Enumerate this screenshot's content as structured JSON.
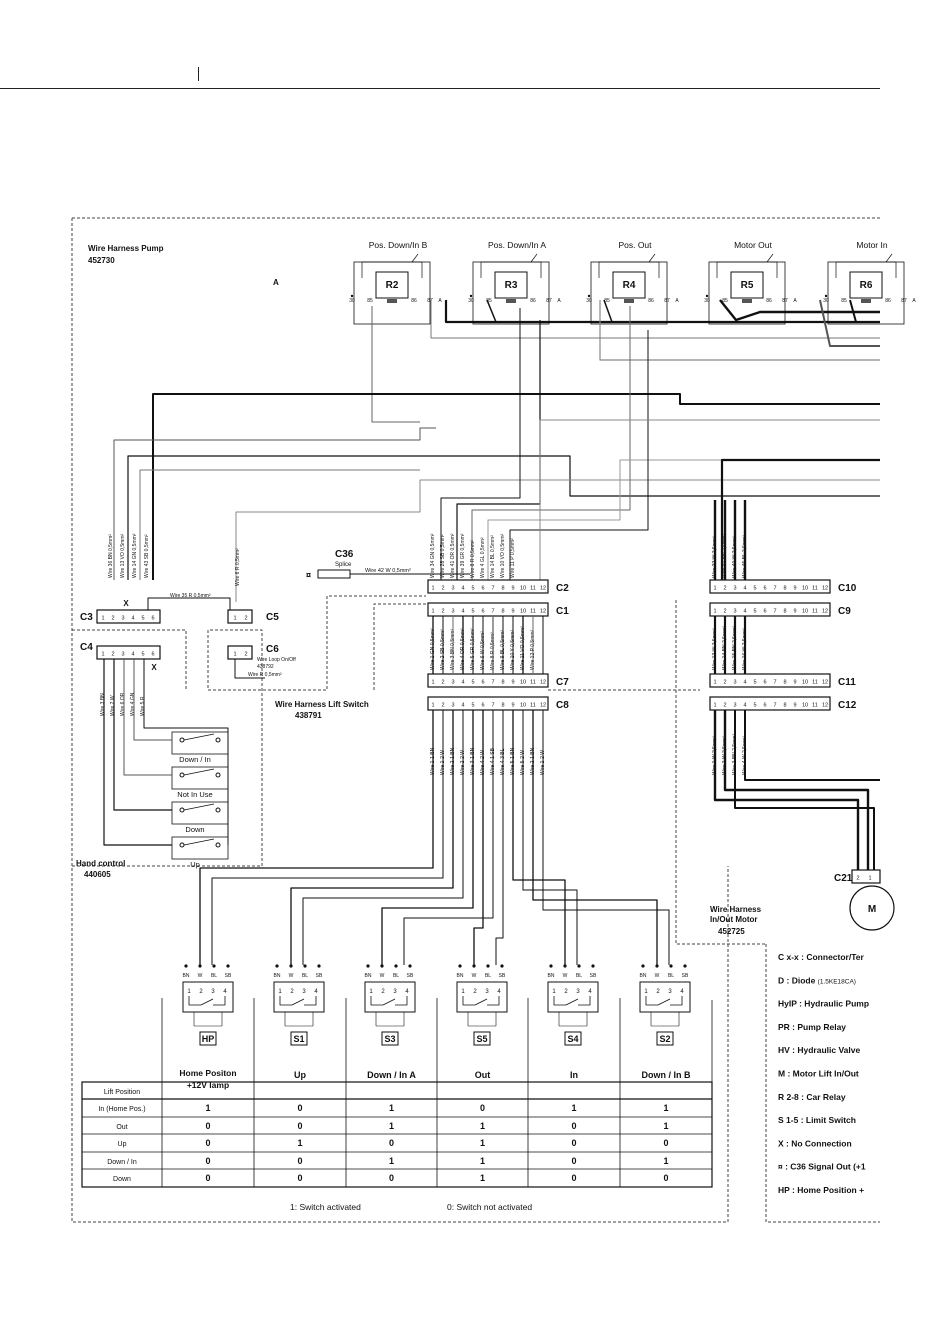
{
  "harness_pump": {
    "title": "Wire Harness Pump",
    "part": "452730",
    "label_a": "A"
  },
  "relays": [
    {
      "name": "Pos. Down/In B",
      "id": "R2"
    },
    {
      "name": "Pos. Down/In A",
      "id": "R3"
    },
    {
      "name": "Pos. Out",
      "id": "R4"
    },
    {
      "name": "Motor Out",
      "id": "R5"
    },
    {
      "name": "Motor In",
      "id": "R6"
    }
  ],
  "relay_pins": [
    "30",
    "85",
    "86",
    "87",
    "A"
  ],
  "connectors": {
    "C2": "C2",
    "C1": "C1",
    "C7": "C7",
    "C8": "C8",
    "C3": "C3",
    "C4": "C4",
    "C5": "C5",
    "C6": "C6",
    "C9": "C9",
    "C10": "C10",
    "C11": "C11",
    "C12": "C12",
    "C21": "C21"
  },
  "pins12": [
    "1",
    "2",
    "3",
    "4",
    "5",
    "6",
    "7",
    "8",
    "9",
    "10",
    "11",
    "12"
  ],
  "pins6": [
    "1",
    "2",
    "3",
    "4",
    "5",
    "6"
  ],
  "x_mark": "X",
  "c36": {
    "title": "C36",
    "sub": "Splice",
    "symbol": "¤",
    "wire": "Wire 42 W 0,5mm²"
  },
  "c6": {
    "label1": "Wire Loop On/Off",
    "label2": "438792",
    "wire": "Wire R 0,5mm²"
  },
  "wire_35": "Wire 35 R 0,5mm²",
  "wire_6r": "Wire 6 R 0,5mm²",
  "c3_wires": [
    "Wire 36 BN 0,5mm²",
    "Wire 13 VO 0,5mm²",
    "Wire 14 GN 0,5mm²",
    "Wire 43 SB 0,5mm²"
  ],
  "c2_wires": [
    "Wire 34 GN 0,5mm²",
    "Wire 28 SB 0,5mm²",
    "Wire 41 OR 0,5mm²",
    "Wire 39 GR 0,5mm²",
    "Wire 8 R 0,5mm²",
    "Wire 4 GL 0,5mm²",
    "Wire 14 BL 0,5mm²",
    "Wire 10 VO 0,5mm²",
    "Wire 11 P 0,5mm²"
  ],
  "c1_wires": [
    "Wire 1 GN 0,5mm²",
    "Wire 2 SB 0,5mm²",
    "Wire 3 BN 0,5mm²",
    "Wire 4 OR 0,5mm²",
    "Wire 5 GR 0,5mm²",
    "Wire 6 W 0,5mm²",
    "Wire 8 R 0,5mm²",
    "Wire 9 BL 0,5mm²",
    "Wire 10 Y 0,5mm²",
    "Wire 11 VO 0,5mm²",
    "Wire 12 P 0,5mm²"
  ],
  "c8_wires": [
    "Wire 1-1 BN",
    "Wire 1-2 W",
    "Wire 2-1 BN",
    "Wire 2-2 W",
    "Wire 3-1 BN",
    "Wire 4-2 W",
    "Wire 4-1 SB",
    "Wire 4-3 BL",
    "Wire 5-1 BN",
    "Wire 5-2 W",
    "Wire 2-1 BN",
    "Wire 1-2 W"
  ],
  "c10_wires": [
    "Wire 32 W 2,5mm²",
    "Wire 41 BN 2,5mm²",
    "Wire 40 W 2,5mm²",
    "Wire 45 BL 2,5mm²"
  ],
  "c9_wires": [
    "Wire 13 W 2,5mm²",
    "Wire 14 BN 2,5mm²",
    "Wire 15 BN 2,5mm²",
    "Wire 16 W 2,5mm²"
  ],
  "c12_wires": [
    "Wire 1 W 2,5mm²",
    "Wire 2 W 2,5mm²",
    "Wire 3 BN 2,5mm²",
    "Wire 4 W 2,5mm²"
  ],
  "c4_wires": [
    "Wire 3 BN",
    "Wire 2 W",
    "Wire 6 OR",
    "Wire 4 GN",
    "Wire 5 R"
  ],
  "hand_control": {
    "title": "Hand control",
    "part": "440605",
    "switches": [
      "Down / In",
      "Not In Use",
      "Down",
      "Up"
    ]
  },
  "lift_switch": {
    "title": "Wire Harness Lift Switch",
    "part": "438791"
  },
  "motor_harness": {
    "title": "Wire Harness",
    "title2": "In/Out Motor",
    "part": "452725",
    "motor": "M"
  },
  "limit_switches": [
    {
      "id": "HP",
      "label": "Home Positon +12V lamp"
    },
    {
      "id": "S1",
      "label": "Up"
    },
    {
      "id": "S3",
      "label": "Down / In A"
    },
    {
      "id": "S5",
      "label": "Out"
    },
    {
      "id": "S4",
      "label": "In"
    },
    {
      "id": "S2",
      "label": "Down / In B"
    }
  ],
  "switch_pin_labels": [
    "BN",
    "W",
    "BL",
    "SB"
  ],
  "switch_pin_nums": [
    "1",
    "2",
    "3",
    "4"
  ],
  "truth_table": {
    "header": "Lift Position",
    "rows": [
      {
        "pos": "In (Home Pos.)",
        "vals": [
          "1",
          "0",
          "1",
          "0",
          "1",
          "1"
        ]
      },
      {
        "pos": "Out",
        "vals": [
          "0",
          "0",
          "1",
          "1",
          "0",
          "1"
        ]
      },
      {
        "pos": "Up",
        "vals": [
          "0",
          "1",
          "0",
          "1",
          "0",
          "0"
        ]
      },
      {
        "pos": "Down / In",
        "vals": [
          "0",
          "0",
          "1",
          "1",
          "0",
          "1"
        ]
      },
      {
        "pos": "Down",
        "vals": [
          "0",
          "0",
          "0",
          "1",
          "0",
          "0"
        ]
      }
    ]
  },
  "footnote_1": "1: Switch activated",
  "footnote_0": "0: Switch not activated",
  "legend": [
    {
      "key": "C x-x",
      "desc": ": Connector/Ter"
    },
    {
      "key": "D",
      "desc": ": Diode",
      "small": "(1.5KE18CA)"
    },
    {
      "key": "HyIP",
      "desc": ": Hydraulic Pump"
    },
    {
      "key": "PR",
      "desc": ": Pump Relay"
    },
    {
      "key": "HV",
      "desc": ": Hydraulic Valve"
    },
    {
      "key": "M",
      "desc": ": Motor Lift In/Out"
    },
    {
      "key": "R 2-8",
      "desc": ": Car Relay"
    },
    {
      "key": "S 1-5",
      "desc": ": Limit Switch"
    },
    {
      "key": "X",
      "desc": ": No Connection"
    },
    {
      "key": "¤",
      "desc": ": C36 Signal Out (+1"
    },
    {
      "key": "HP",
      "desc": ": Home Position +"
    }
  ]
}
